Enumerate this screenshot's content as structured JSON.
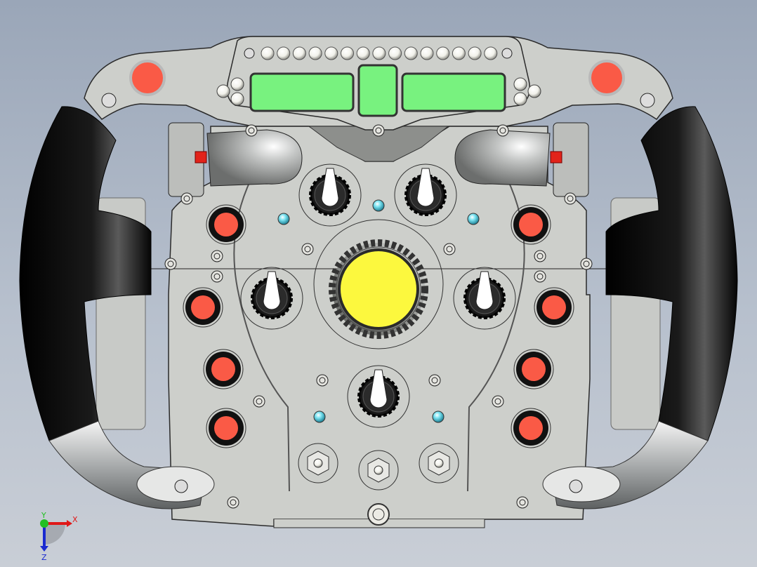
{
  "viewport": {
    "background_top": "#9aa6b8",
    "background_bottom": "#c9ced6",
    "model": "f1-steering-wheel"
  },
  "colors": {
    "plate": "#cdcfcb",
    "plate_edge": "#2a2a2a",
    "grip": "#0b0b0b",
    "display_green": "#78f27f",
    "button_red": "#fa5a46",
    "center_knob_yellow": "#fcf83e",
    "led_white": "#f3f3ee",
    "indicator_cyan": "#5fd1e6",
    "handle_chrome": "#b9bcbd"
  },
  "shift_lights": {
    "count": 15
  },
  "displays": [
    {
      "id": "left-display",
      "color": "#78f27f"
    },
    {
      "id": "gear-display",
      "color": "#78f27f"
    },
    {
      "id": "right-display",
      "color": "#78f27f"
    }
  ],
  "buttons": {
    "top_left": {
      "color": "#fa5a46"
    },
    "top_right": {
      "color": "#fa5a46"
    },
    "left_column": 4,
    "right_column": 4
  },
  "rotary_knobs": [
    "top-left",
    "top-right",
    "mid-left",
    "mid-right",
    "bottom-center"
  ],
  "center_knob": {
    "color": "#fcf83e"
  },
  "triad": {
    "x_label": "X",
    "y_label": "Y",
    "z_label": "Z",
    "x_color": "#e01818",
    "y_color": "#22c022",
    "z_color": "#1a2ad0"
  }
}
